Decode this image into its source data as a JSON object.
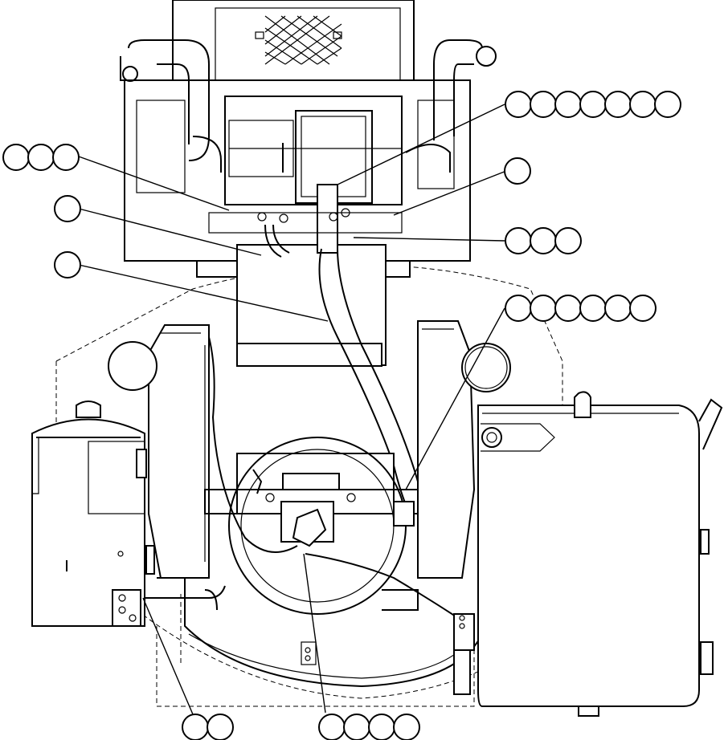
{
  "callouts": [
    {
      "id": "c1",
      "count": 7
    },
    {
      "id": "c2",
      "count": 3
    },
    {
      "id": "c3",
      "count": 1
    },
    {
      "id": "c4",
      "count": 1
    },
    {
      "id": "c5",
      "count": 3
    },
    {
      "id": "c6",
      "count": 1
    },
    {
      "id": "c7",
      "count": 6
    },
    {
      "id": "c8",
      "count": 2
    },
    {
      "id": "c9",
      "count": 4
    }
  ]
}
